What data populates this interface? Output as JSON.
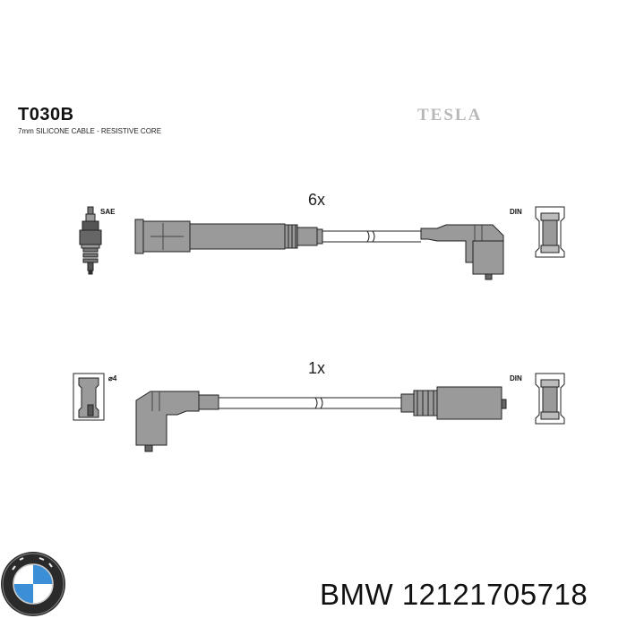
{
  "header": {
    "code": "T030B",
    "description": "7mm SILICONE CABLE - RESISTIVE CORE",
    "brand_mark": "TESLA"
  },
  "wire_top": {
    "quantity": "6x",
    "left_label": "SAE",
    "right_label": "DIN"
  },
  "wire_bottom": {
    "quantity": "1x",
    "left_label": "⌀4",
    "right_label": "DIN"
  },
  "footer": {
    "part_number": "BMW 12121705718",
    "logo_icon": "bmw-roundel-icon"
  },
  "colors": {
    "part_fill": "#9a9a9a",
    "outline": "#222222",
    "brand_grey": "#b7b7b7"
  }
}
